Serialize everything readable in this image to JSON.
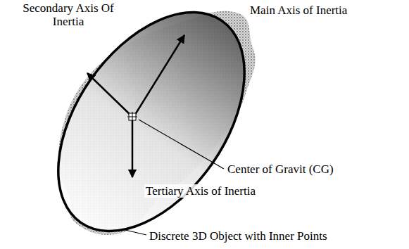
{
  "diagram": {
    "labels": [
      "Secondary Axis Of Inertia",
      "Main Axis of Inertia",
      "Center of Gravit (CG)",
      "Tertiary Axis of Inertia",
      "Discrete 3D Object with Inner Points"
    ]
  }
}
